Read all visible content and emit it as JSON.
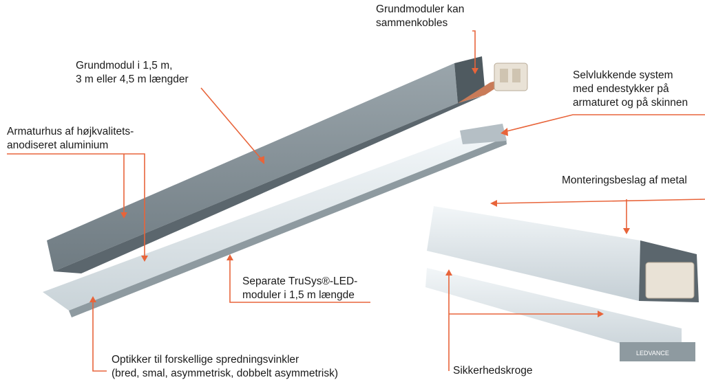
{
  "labels": {
    "grundmoduler_kan": "Grundmoduler kan\nsammenkobles",
    "grundmodul": "Grundmodul i 1,5 m,\n3 m eller 4,5 m længder",
    "selvslukkende": "Selvlukkende system\nmed endestykker på\narmaturet og på skinnen",
    "armaturhus": "Armaturhus af højkvalitets-\nanodiseret aluminium",
    "monteringsbeslag": "Monteringsbeslag af metal",
    "separate_trusys": "Separate TruSys®-LED-\nmoduler i 1,5 m længde",
    "optikker": "Optikker til forskellige spredningsvinkler\n(bred, smal, asymmetrisk, dobbelt asymmetrisk)",
    "sikkerhedskroge": "Sikkerhedskroge"
  },
  "brand": {
    "logo_text": "LEDVANCE"
  },
  "colors": {
    "accent": "#e8643a",
    "rail": "#7f8c93",
    "module": "#e6eef2"
  }
}
